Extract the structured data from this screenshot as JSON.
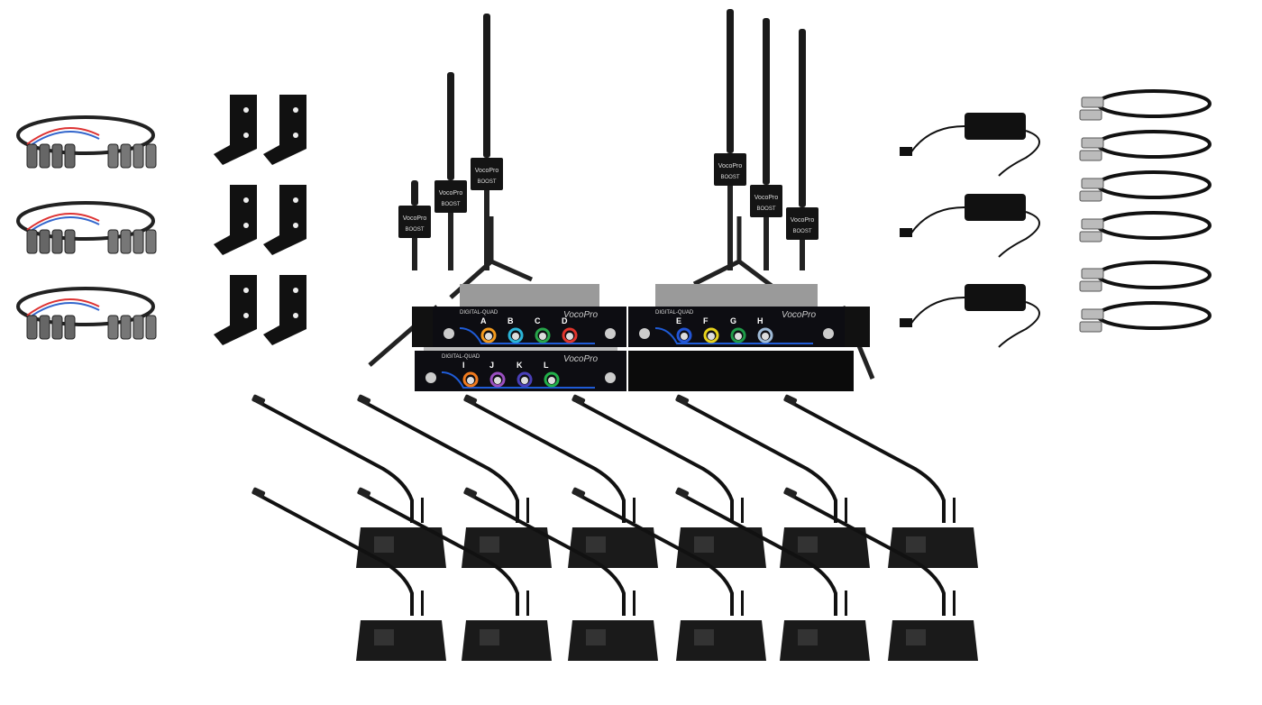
{
  "product": {
    "brand": "VocoPro",
    "model": "DIGITAL-QUAD",
    "booster_label": "BOOST",
    "channels_unit1": [
      "A",
      "B",
      "C",
      "D"
    ],
    "channels_unit2": [
      "E",
      "F",
      "G",
      "H"
    ],
    "channels_unit3": [
      "I",
      "J",
      "K",
      "L"
    ],
    "channel_colors_unit1": [
      "#f39a1e",
      "#2bb5d8",
      "#27a54a",
      "#e0342c"
    ],
    "channel_colors_unit2": [
      "#2255d6",
      "#e7d21c",
      "#1f9a48",
      "#9fbad6"
    ],
    "channel_colors_unit3": [
      "#f07a1e",
      "#9a4fc0",
      "#4a3fb8",
      "#22b04a"
    ],
    "accent": "#1f5bd6"
  }
}
